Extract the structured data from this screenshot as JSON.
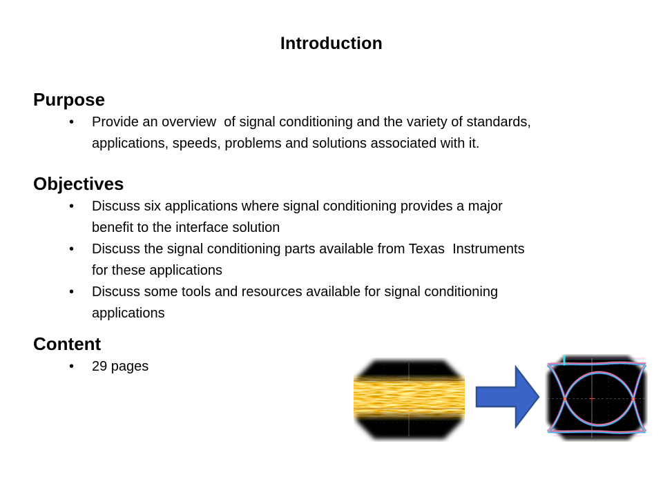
{
  "slide": {
    "title": "Introduction",
    "bullet_char": "•",
    "sections": [
      {
        "heading": "Purpose",
        "bullets": [
          "Provide an overview  of signal conditioning and the variety of standards,\napplications, speeds, problems and solutions associated with it."
        ]
      },
      {
        "heading": "Objectives",
        "bullets": [
          "Discuss six applications where signal conditioning provides a major\nbenefit to the interface solution",
          "Discuss the signal conditioning parts available from Texas  Instruments\nfor these applications",
          "Discuss some tools and resources available for signal conditioning\napplications"
        ]
      },
      {
        "heading": "Content",
        "bullets": [
          "29 pages"
        ]
      }
    ]
  },
  "graphics": {
    "arrow": {
      "fill": "#3B64C8",
      "stroke": "#2F528F"
    },
    "scope_background": "#000000",
    "eye": {
      "blue": "#4450D8",
      "magenta": "#E93BC8",
      "cyan": "#3FE4F0",
      "yellow": "#F2E05A",
      "red": "#FF4A3C",
      "grid": "#9FB0B8"
    }
  }
}
